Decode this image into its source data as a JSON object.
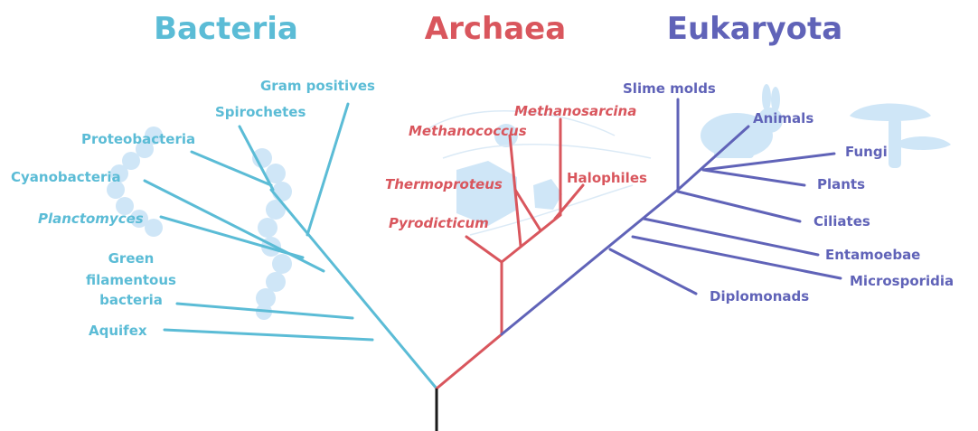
{
  "domains": {
    "bacteria": "Bacteria",
    "archaea": "Archaea",
    "eukaryota": "Eukaryota"
  },
  "bacteria_groups": {
    "gram_positives": "Gram positives",
    "spirochetes": "Spirochetes",
    "proteobacteria": "Proteobacteria",
    "cyanobacteria": "Cyanobacteria",
    "planctomyces": "Planctomyces",
    "green_filamentous_1": "Green",
    "green_filamentous_2": "filamentous",
    "green_filamentous_3": "bacteria",
    "aquifex": "Aquifex"
  },
  "archaea_groups": {
    "methanosarcina": "Methanosarcina",
    "methanococcus": "Methanococcus",
    "thermoproteus": "Thermoproteus",
    "halophiles": "Halophiles",
    "pyrodicticum": "Pyrodicticum"
  },
  "eukaryota_groups": {
    "slime_molds": "Slime molds",
    "animals": "Animals",
    "fungi": "Fungi",
    "plants": "Plants",
    "ciliates": "Ciliates",
    "entamoebae": "Entamoebae",
    "microsporidia": "Microsporidia",
    "diplomonads": "Diplomonads"
  },
  "colors": {
    "bacteria": "#5bbcd6",
    "archaea": "#d9565d",
    "eukaryota": "#6063b8",
    "root": "#1a1a1a",
    "silhouette": "#cfe6f7"
  },
  "silhouettes": [
    "bacteria-chain",
    "archaea-cell",
    "rabbit",
    "mushroom"
  ]
}
